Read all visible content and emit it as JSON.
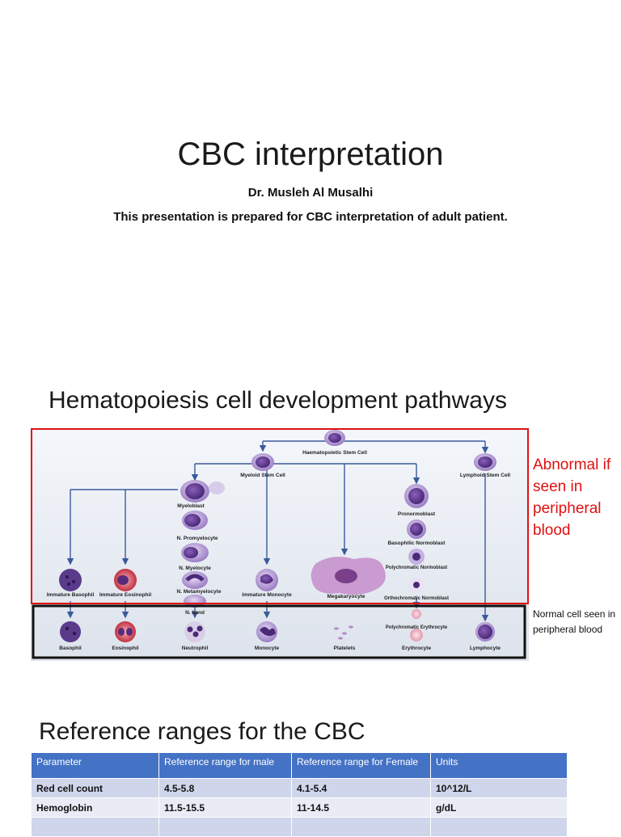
{
  "slide1": {
    "title": "CBC interpretation",
    "author": "Dr. Musleh Al Musalhi",
    "subtitle": "This presentation is prepared for CBC interpretation of adult patient."
  },
  "slide2": {
    "title": "Hematopoiesis cell development pathways",
    "diagram": {
      "labels": {
        "stem": "Haematopoietic Stem Cell",
        "myeloid": "Myeloid Stem Cell",
        "lymphoid": "Lymphoid Stem Cell",
        "myeloblast": "Myeloblast",
        "promyelocyte": "N. Promyelocyte",
        "myelocyte": "N. Myelocyte",
        "metamyelocyte": "N. Metamyelocyte",
        "band": "N. band",
        "imm_basophil": "Immature Basophil",
        "imm_eosinophil": "Immature Eosinophil",
        "imm_monocyte": "Immature Monocyte",
        "megakaryocyte": "Megakaryocyte",
        "pronormoblast": "Pronormoblast",
        "basophilic_normoblast": "Basophilic Normoblast",
        "polychromatic_normoblast": "Polychromatic Normoblast",
        "orthochromatic_normoblast": "Orthochromatic Normoblast",
        "polychromatic_erythrocyte": "Polychromatic Erythrocyte",
        "basophil": "Basophil",
        "eosinophil": "Eosinophil",
        "neutrophil": "Neutrophil",
        "monocyte": "Monocyte",
        "platelets": "Platelets",
        "erythrocyte": "Erythrocyte",
        "lymphocyte": "Lymphocyte"
      },
      "colors": {
        "abnormal_box": "#e01010",
        "normal_box": "#111111",
        "cell_light": "#b9a2d8",
        "cell_dark": "#5a3a8a",
        "arrow": "#3a5a9a"
      }
    },
    "abnormal_note": "Abnormal if seen in peripheral blood",
    "normal_note": "Normal cell seen in peripheral blood"
  },
  "slide3": {
    "title": "Reference ranges for the CBC",
    "table": {
      "headers": [
        "Parameter",
        "Reference range for male",
        "Reference range for Female",
        "Units"
      ],
      "rows": [
        [
          "Red cell count",
          "4.5-5.8",
          "4.1-5.4",
          "10^12/L"
        ],
        [
          "Hemoglobin",
          "11.5-15.5",
          "11-14.5",
          "g/dL"
        ],
        [
          "",
          "",
          "",
          ""
        ]
      ],
      "header_color": "#4472c4",
      "row_colors": [
        "#cfd5ea",
        "#e9ebf5"
      ]
    }
  }
}
